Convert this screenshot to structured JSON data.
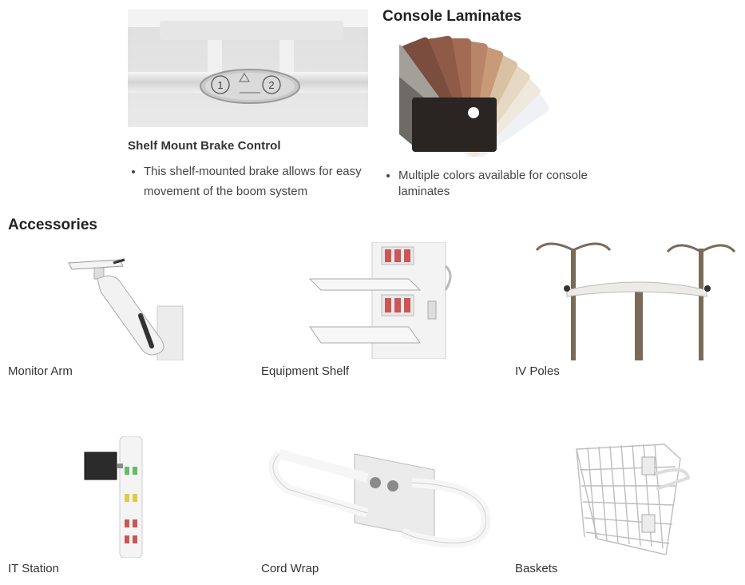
{
  "top": {
    "brake": {
      "title": "Shelf Mount Brake Control",
      "bullet": "This shelf-mounted brake allows for easy movement of the boom system",
      "image_icon": "brake-control-photo",
      "buttons": [
        "1",
        "2"
      ]
    },
    "laminates": {
      "title": "Console Laminates",
      "bullet": "Multiple colors available for console laminates",
      "image_icon": "laminate-swatch-fan"
    }
  },
  "accessories": {
    "title": "Accessories",
    "items": [
      {
        "label": "Monitor Arm",
        "icon": "monitor-arm-photo"
      },
      {
        "label": "Equipment Shelf",
        "icon": "equipment-shelf-photo"
      },
      {
        "label": "IV Poles",
        "icon": "iv-poles-photo"
      },
      {
        "label": "IT Station",
        "icon": "it-station-photo"
      },
      {
        "label": "Cord Wrap",
        "icon": "cord-wrap-photo"
      },
      {
        "label": "Baskets",
        "icon": "basket-photo"
      }
    ]
  },
  "colors": {
    "text": "#333333",
    "metal": "#7a6a58",
    "white_part": "#f2f2f2"
  }
}
